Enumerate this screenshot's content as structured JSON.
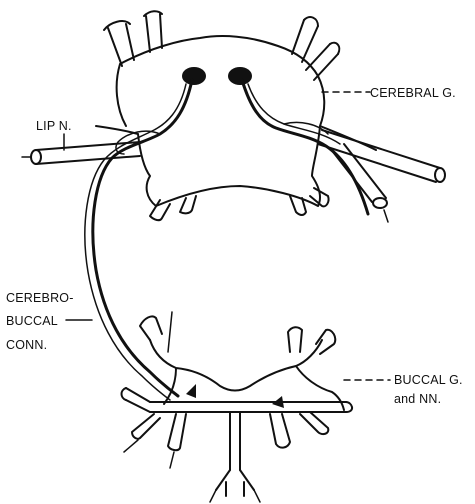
{
  "labels": {
    "cerebral_ganglion": "CEREBRAL G.",
    "lip_nerve": "LIP N.",
    "cerebro_buccal_line1": "CEREBRO-",
    "cerebro_buccal_line2": "BUCCAL",
    "cerebro_buccal_line3": "CONN.",
    "buccal_line1": "BUCCAL G.",
    "buccal_line2": "and NN."
  },
  "colors": {
    "ink": "#111111",
    "background": "#ffffff"
  }
}
